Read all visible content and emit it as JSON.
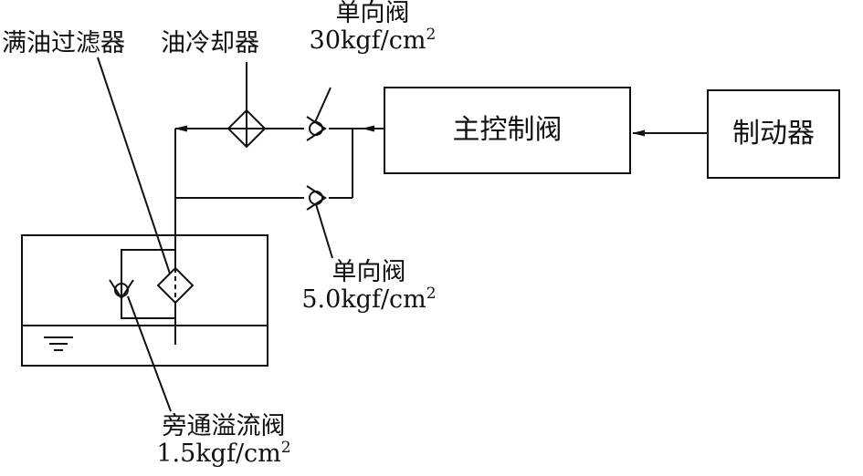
{
  "labels": {
    "return_filter": "满油过滤器",
    "oil_cooler": "油冷却器",
    "check_valve_top": {
      "name": "单向阀",
      "pressure": "30kgf/cm",
      "sup": "2"
    },
    "check_valve_bottom": {
      "name": "单向阀",
      "pressure": "5.0kgf/cm",
      "sup": "2"
    },
    "bypass_valve": {
      "name": "旁通溢流阀",
      "pressure": "1.5kgf/cm",
      "sup": "2"
    }
  },
  "boxes": {
    "main_control_valve": "主控制阀",
    "brake": "制动器"
  },
  "colors": {
    "line": "#111111",
    "background": "#ffffff"
  }
}
